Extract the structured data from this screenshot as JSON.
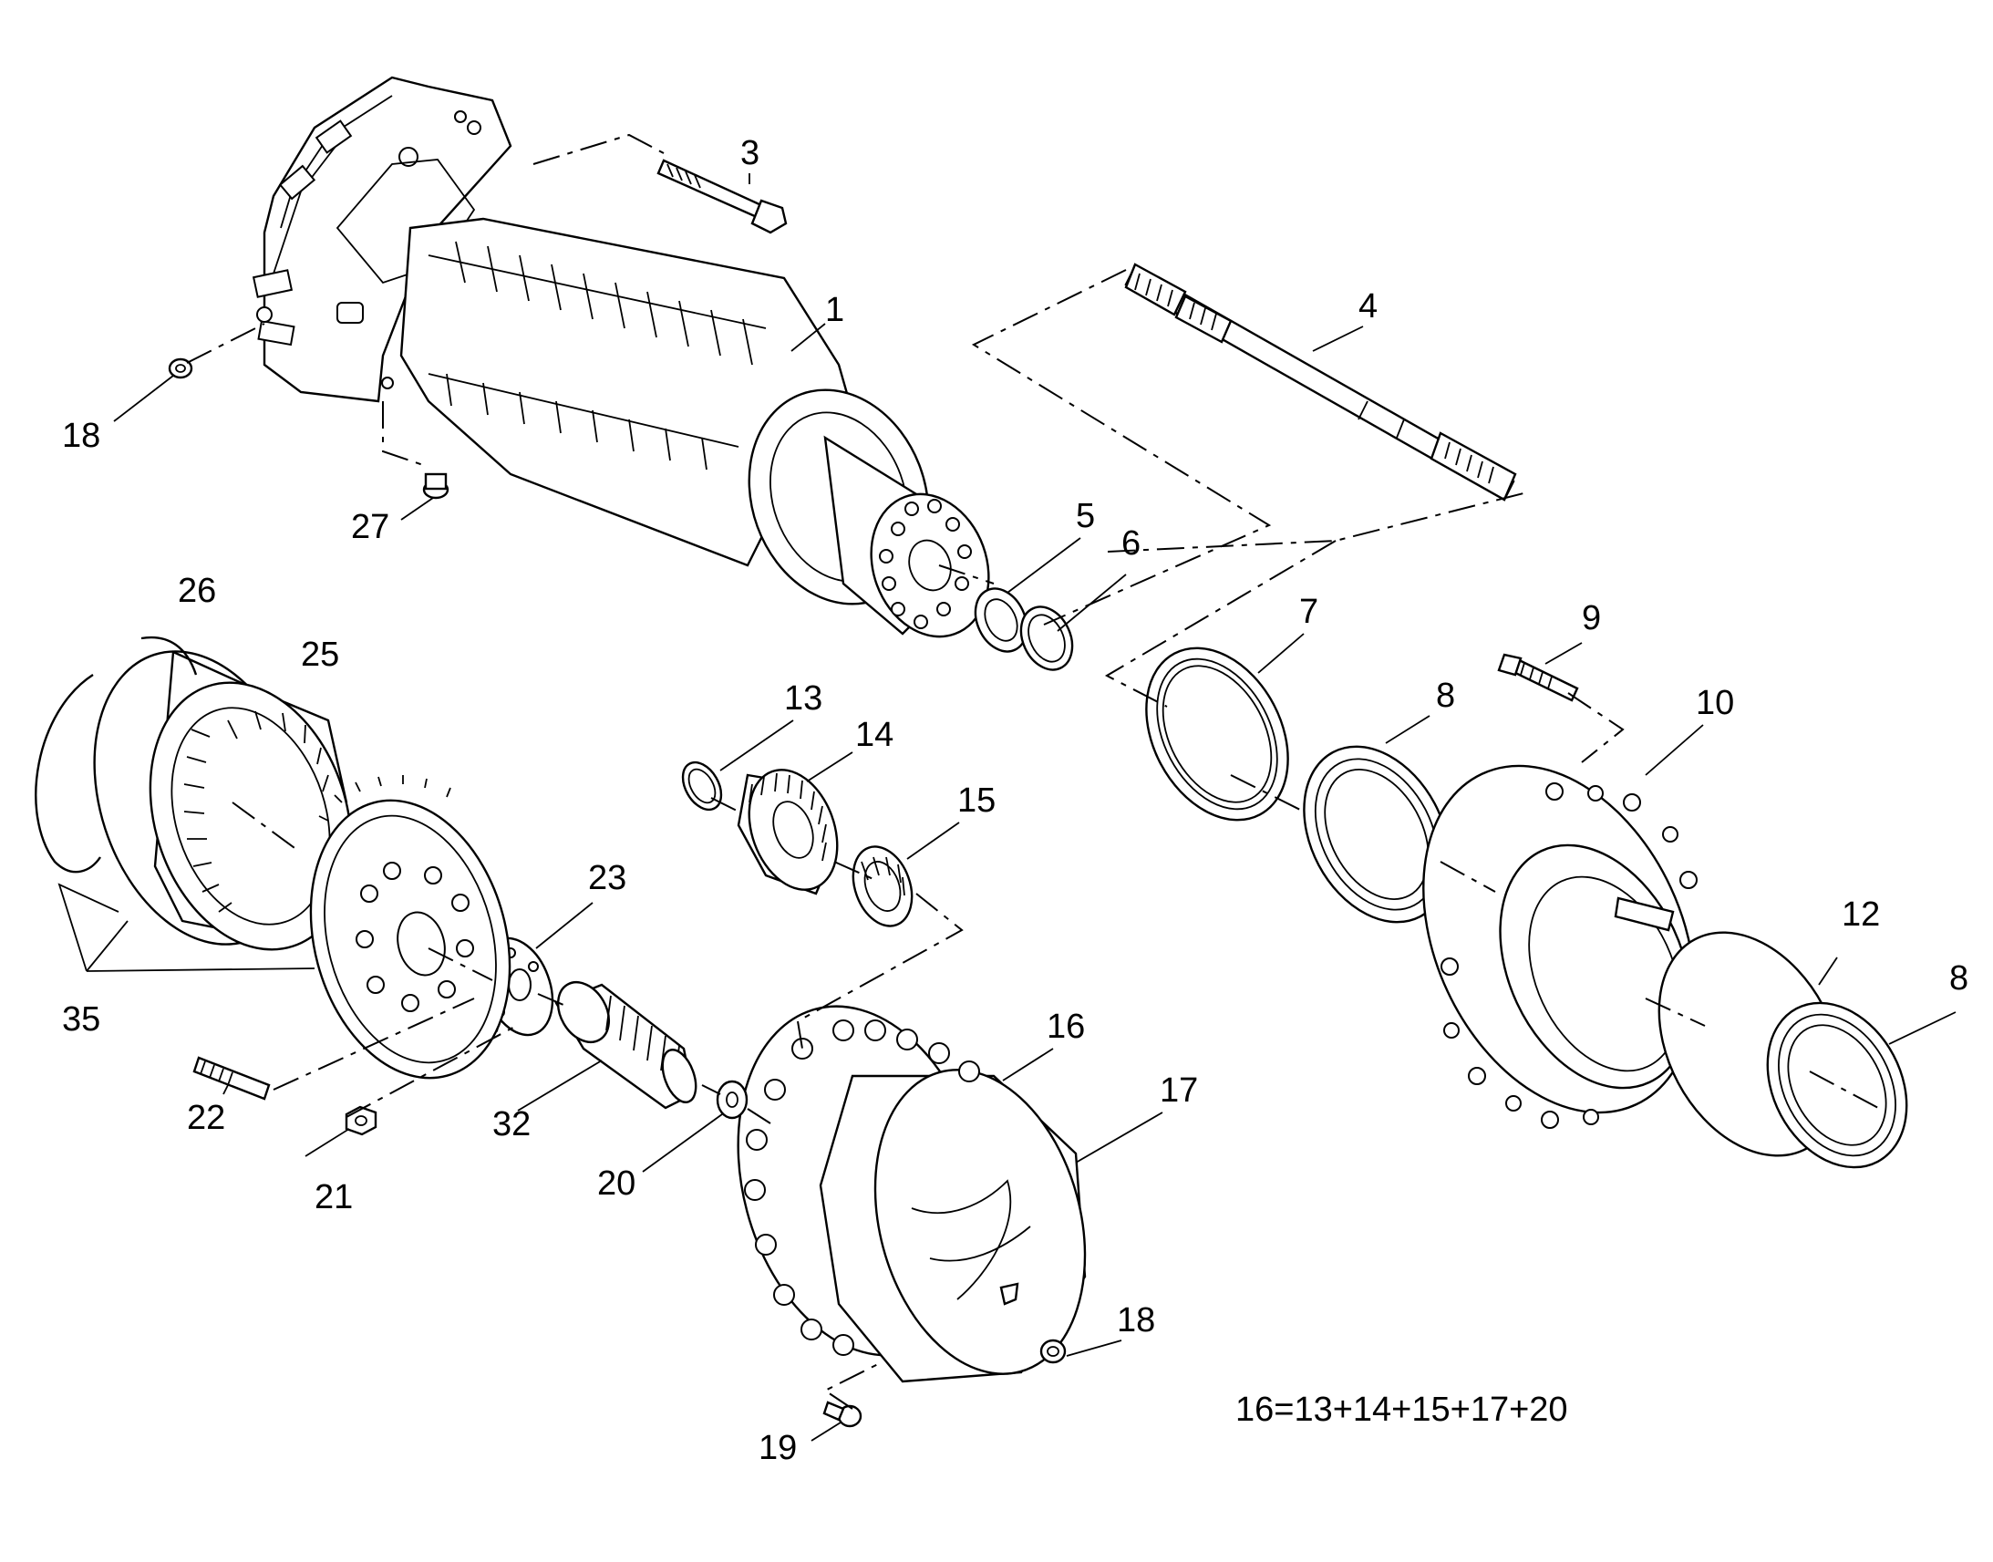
{
  "diagram": {
    "callouts": [
      {
        "id": "1",
        "text": "1",
        "part": "axle-housing"
      },
      {
        "id": "3",
        "text": "3",
        "part": "bolt"
      },
      {
        "id": "4",
        "text": "4",
        "part": "drive-shaft"
      },
      {
        "id": "5",
        "text": "5",
        "part": "snap-ring"
      },
      {
        "id": "6",
        "text": "6",
        "part": "snap-ring"
      },
      {
        "id": "7",
        "text": "7",
        "part": "seal"
      },
      {
        "id": "8a",
        "text": "8",
        "part": "bearing"
      },
      {
        "id": "8b",
        "text": "8",
        "part": "bearing"
      },
      {
        "id": "9",
        "text": "9",
        "part": "wheel-stud"
      },
      {
        "id": "10",
        "text": "10",
        "part": "wheel-hub"
      },
      {
        "id": "12",
        "text": "12",
        "part": "gasket"
      },
      {
        "id": "13",
        "text": "13",
        "part": "retaining-ring"
      },
      {
        "id": "14",
        "text": "14",
        "part": "planet-gear"
      },
      {
        "id": "15",
        "text": "15",
        "part": "needle-bearing"
      },
      {
        "id": "16",
        "text": "16",
        "part": "planet-carrier"
      },
      {
        "id": "17",
        "text": "17",
        "part": "cover"
      },
      {
        "id": "18a",
        "text": "18",
        "part": "plug"
      },
      {
        "id": "18b",
        "text": "18",
        "part": "plug"
      },
      {
        "id": "19",
        "text": "19",
        "part": "screw"
      },
      {
        "id": "20",
        "text": "20",
        "part": "thrust-washer"
      },
      {
        "id": "21",
        "text": "21",
        "part": "nut"
      },
      {
        "id": "22",
        "text": "22",
        "part": "stud"
      },
      {
        "id": "23",
        "text": "23",
        "part": "lock-plate"
      },
      {
        "id": "25",
        "text": "25",
        "part": "ring-gear"
      },
      {
        "id": "26",
        "text": "26",
        "part": "wire-ring"
      },
      {
        "id": "27",
        "text": "27",
        "part": "breather-plug"
      },
      {
        "id": "32",
        "text": "32",
        "part": "sun-gear"
      },
      {
        "id": "35",
        "text": "35",
        "part": "ring-gear-kit"
      }
    ],
    "assembly_note": "16=13+14+15+17+20"
  }
}
